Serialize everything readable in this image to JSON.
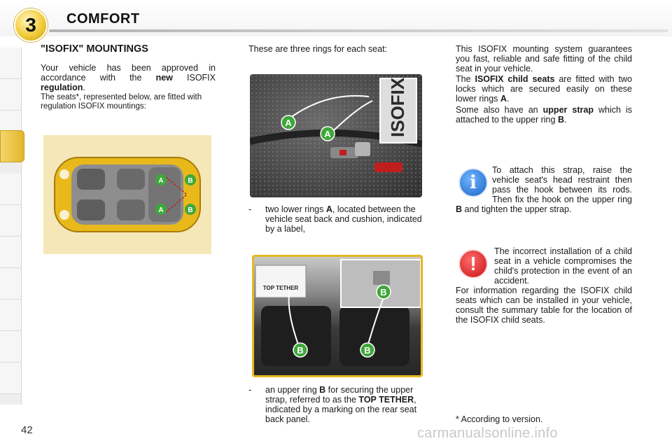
{
  "header": {
    "chapter_number": "3",
    "chapter_title": "COMFORT"
  },
  "page_number": "42",
  "section": {
    "heading": "\"ISOFIX\" MOUNTINGS",
    "intro_1": "Your vehicle has been approved in accordance with the",
    "intro_new": "new",
    "intro_2": "ISOFIX",
    "intro_regulation": "regulation",
    "intro_end": ".",
    "seats_note": "The seats*, represented below, are fitted with regulation ISOFIX mountings:"
  },
  "diagram_labels": {
    "a": "A",
    "b": "B"
  },
  "middle": {
    "lead": "These are three rings for each seat:",
    "photo1_label": "ISOFIX",
    "ring_a": "A",
    "bullet1_dash": "-",
    "bullet1_pre": "two lower rings",
    "bullet1_bold": "A",
    "bullet1_post": ", located between the vehicle seat back and cushion, indicated by a label,",
    "photo2_label": "TOP TETHER",
    "ring_b": "B",
    "bullet2_dash": "-",
    "bullet2_pre": "an upper ring",
    "bullet2_bold": "B",
    "bullet2_mid": "for securing the upper strap, referred to as the",
    "bullet2_bold2": "TOP TETHER",
    "bullet2_post": ", indicated by a marking on the rear seat back panel."
  },
  "right": {
    "para1": "This ISOFIX mounting system guarantees you fast, reliable and safe fitting of the child seat in your vehicle.",
    "para2_pre": "The",
    "para2_bold": "ISOFIX child seats",
    "para2_post": "are fitted with two locks which are secured easily on these lower rings",
    "para2_bold2": "A",
    "para2_end": ".",
    "para3_pre": "Some also have an",
    "para3_bold": "upper strap",
    "para3_post": "which is attached to the upper ring",
    "para3_bold2": "B",
    "para3_end": ".",
    "info_icon_glyph": "i",
    "info_pre": "To attach this strap, raise the vehicle seat's head restraint then pass the hook between its rods. Then fix the hook on the upper ring",
    "info_bold": "B",
    "info_post": "and tighten the upper strap.",
    "warn_icon_glyph": "!",
    "warn_text": "The incorrect installation of a child seat in a vehicle compromises the child's protection in the event of an accident.",
    "para4": "For information regarding the ISOFIX child seats which can be installed in your vehicle, consult the summary table for the location of the ISOFIX child seats.",
    "footnote": "* According to version."
  },
  "watermark": "carmanualsonline.info",
  "colors": {
    "accent_yellow": "#e8c23a",
    "info_blue": "#1a63c8",
    "warning_red": "#c81313",
    "ring_green": "#3fa83a"
  }
}
